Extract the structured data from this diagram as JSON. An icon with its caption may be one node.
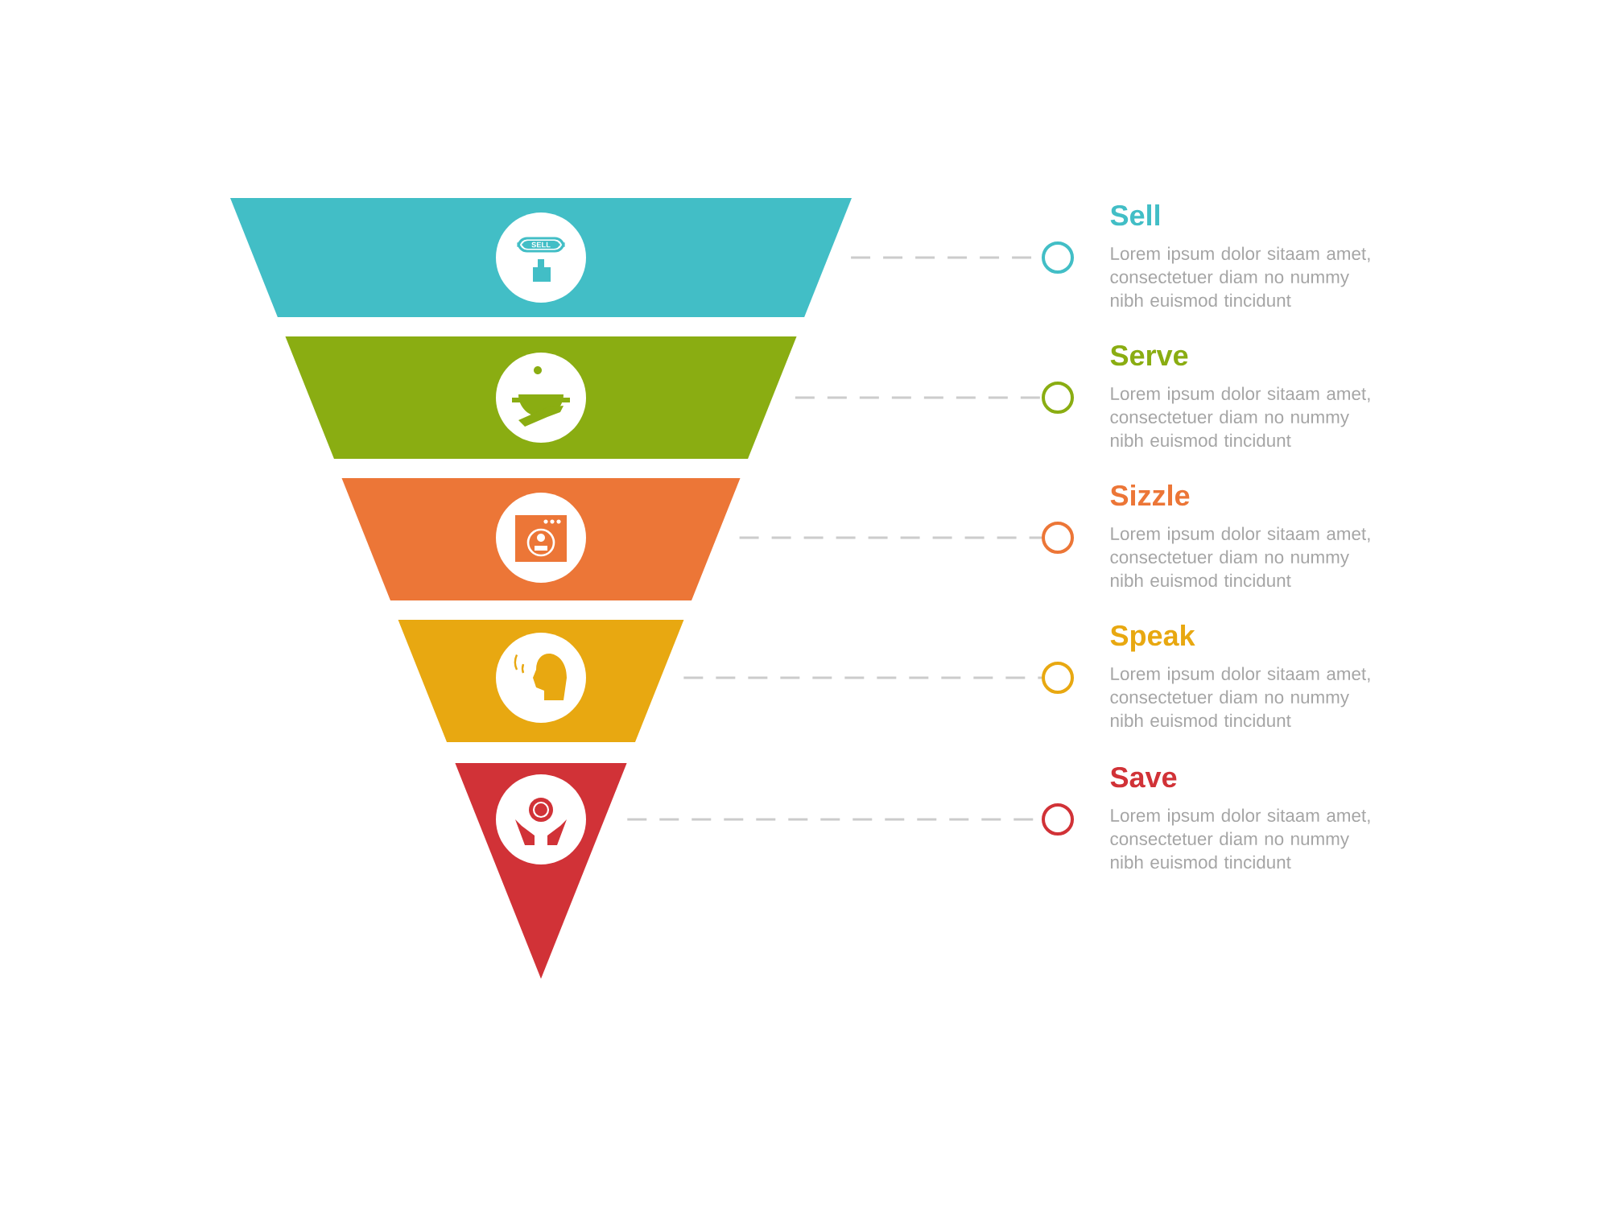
{
  "diagram": {
    "nodes": [
      {
        "text": [],
        "shape": "trapezoid"
      },
      {
        "text": [],
        "shape": "trapezoid"
      },
      {
        "text": [],
        "shape": "trapezoid"
      },
      {
        "text": [],
        "shape": "trapezoid"
      },
      {
        "text": [],
        "shape": "triangle"
      },
      {
        "text": [],
        "shape": "circle",
        "beside": [
          "Sell",
          "Lorem ipsum dolor sitaam amet, consectetuer diam no nummy nibh euismod tincidunt"
        ]
      },
      {
        "text": [],
        "shape": "circle",
        "beside": [
          "Serve",
          "Lorem ipsum dolor sitaam amet, consectetuer diam no nummy nibh euismod tincidunt"
        ]
      },
      {
        "text": [],
        "shape": "circle",
        "beside": [
          "Sizzle",
          "Lorem ipsum dolor sitaam amet, consectetuer diam no nummy nibh euismod tincidunt"
        ]
      },
      {
        "text": [],
        "shape": "circle",
        "beside": [
          "Speak",
          "Lorem ipsum dolor sitaam amet, consectetuer diam no nummy nibh euismod tincidunt"
        ]
      },
      {
        "text": [],
        "shape": "circle",
        "beside": [
          "Save",
          "Lorem ipsum dolor sitaam amet, consectetuer diam no nummy nibh euismod tincidunt"
        ]
      }
    ],
    "edges": [
      {
        "from": 0,
        "to": 5,
        "arrow": "none",
        "style": "dashed"
      },
      {
        "from": 1,
        "to": 6,
        "arrow": "none",
        "style": "dashed"
      },
      {
        "from": 2,
        "to": 7,
        "arrow": "none",
        "style": "dashed"
      },
      {
        "from": 3,
        "to": 8,
        "arrow": "none",
        "style": "dashed"
      },
      {
        "from": 4,
        "to": 9,
        "arrow": "none",
        "style": "dashed"
      }
    ],
    "labels": [
      "SELL"
    ]
  }
}
